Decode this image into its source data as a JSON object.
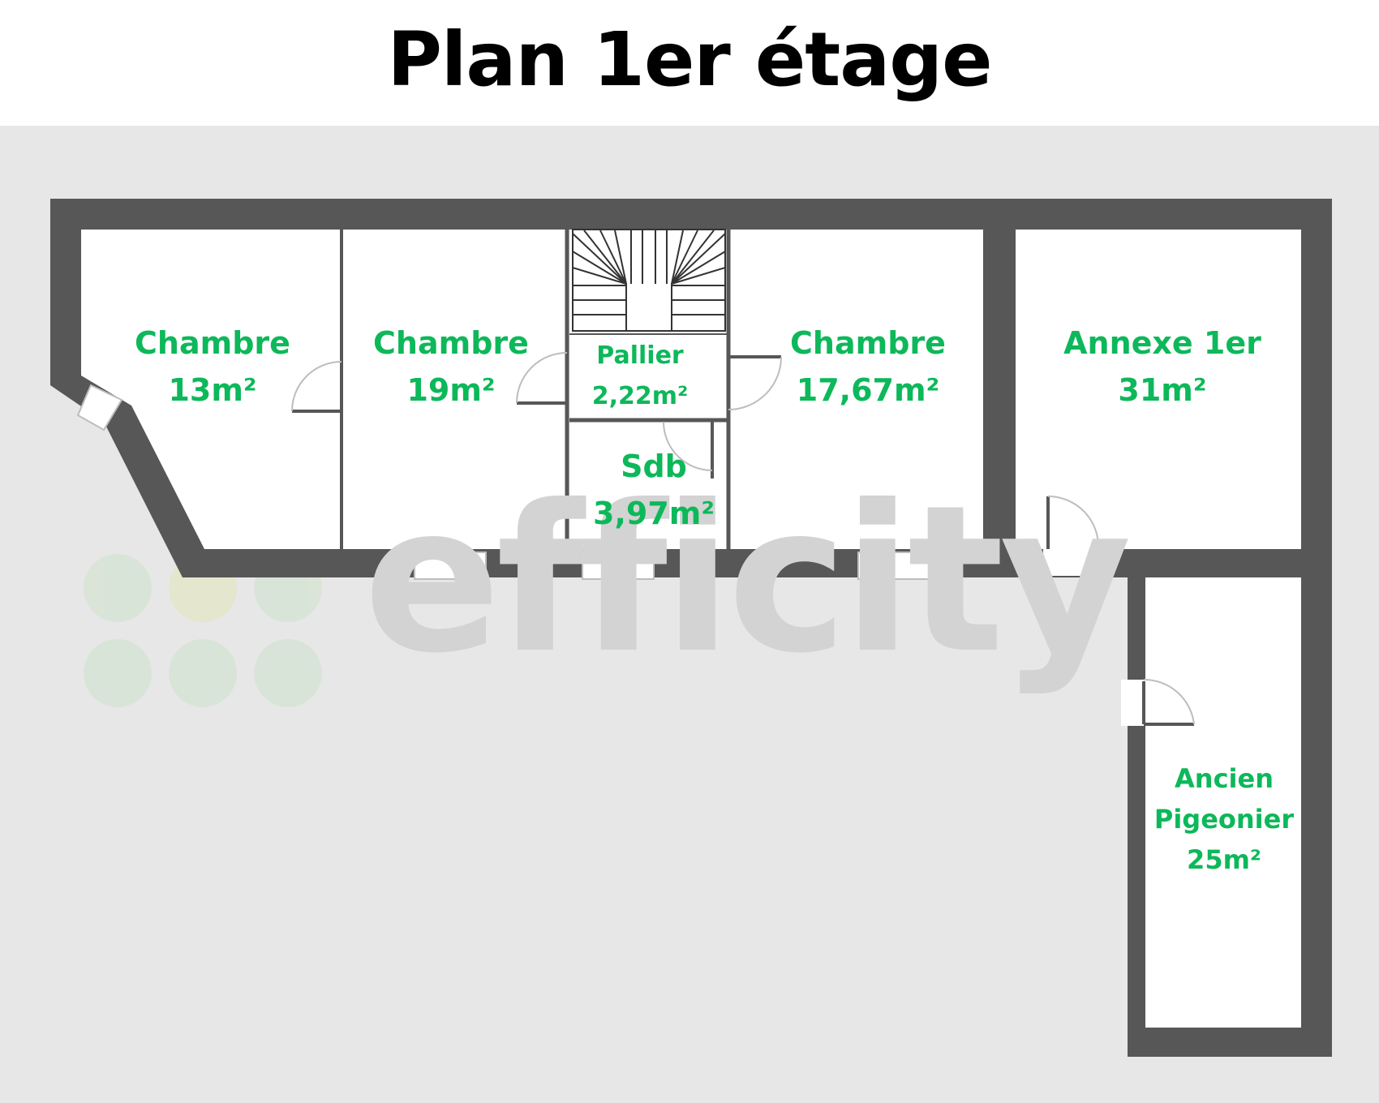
{
  "title": "Plan 1er étage",
  "watermark": {
    "brand": "efficity",
    "icon": "dots-grid-logo-icon"
  },
  "colors": {
    "wall": "#575757",
    "room_fill": "#ffffff",
    "background": "#e7e7e7",
    "label": "#0db85a",
    "watermark_text": "#d3d3d3"
  },
  "rooms": [
    {
      "name": "Chambre",
      "area": "13m²"
    },
    {
      "name": "Chambre",
      "area": "19m²"
    },
    {
      "name": "Pallier",
      "area": "2,22m²"
    },
    {
      "name": "Sdb",
      "area": "3,97m²"
    },
    {
      "name": "Chambre",
      "area": "17,67m²"
    },
    {
      "name": "Annexe 1er",
      "area": "31m²"
    },
    {
      "name_line1": "Ancien",
      "name_line2": "Pigeonier",
      "area": "25m²"
    }
  ]
}
